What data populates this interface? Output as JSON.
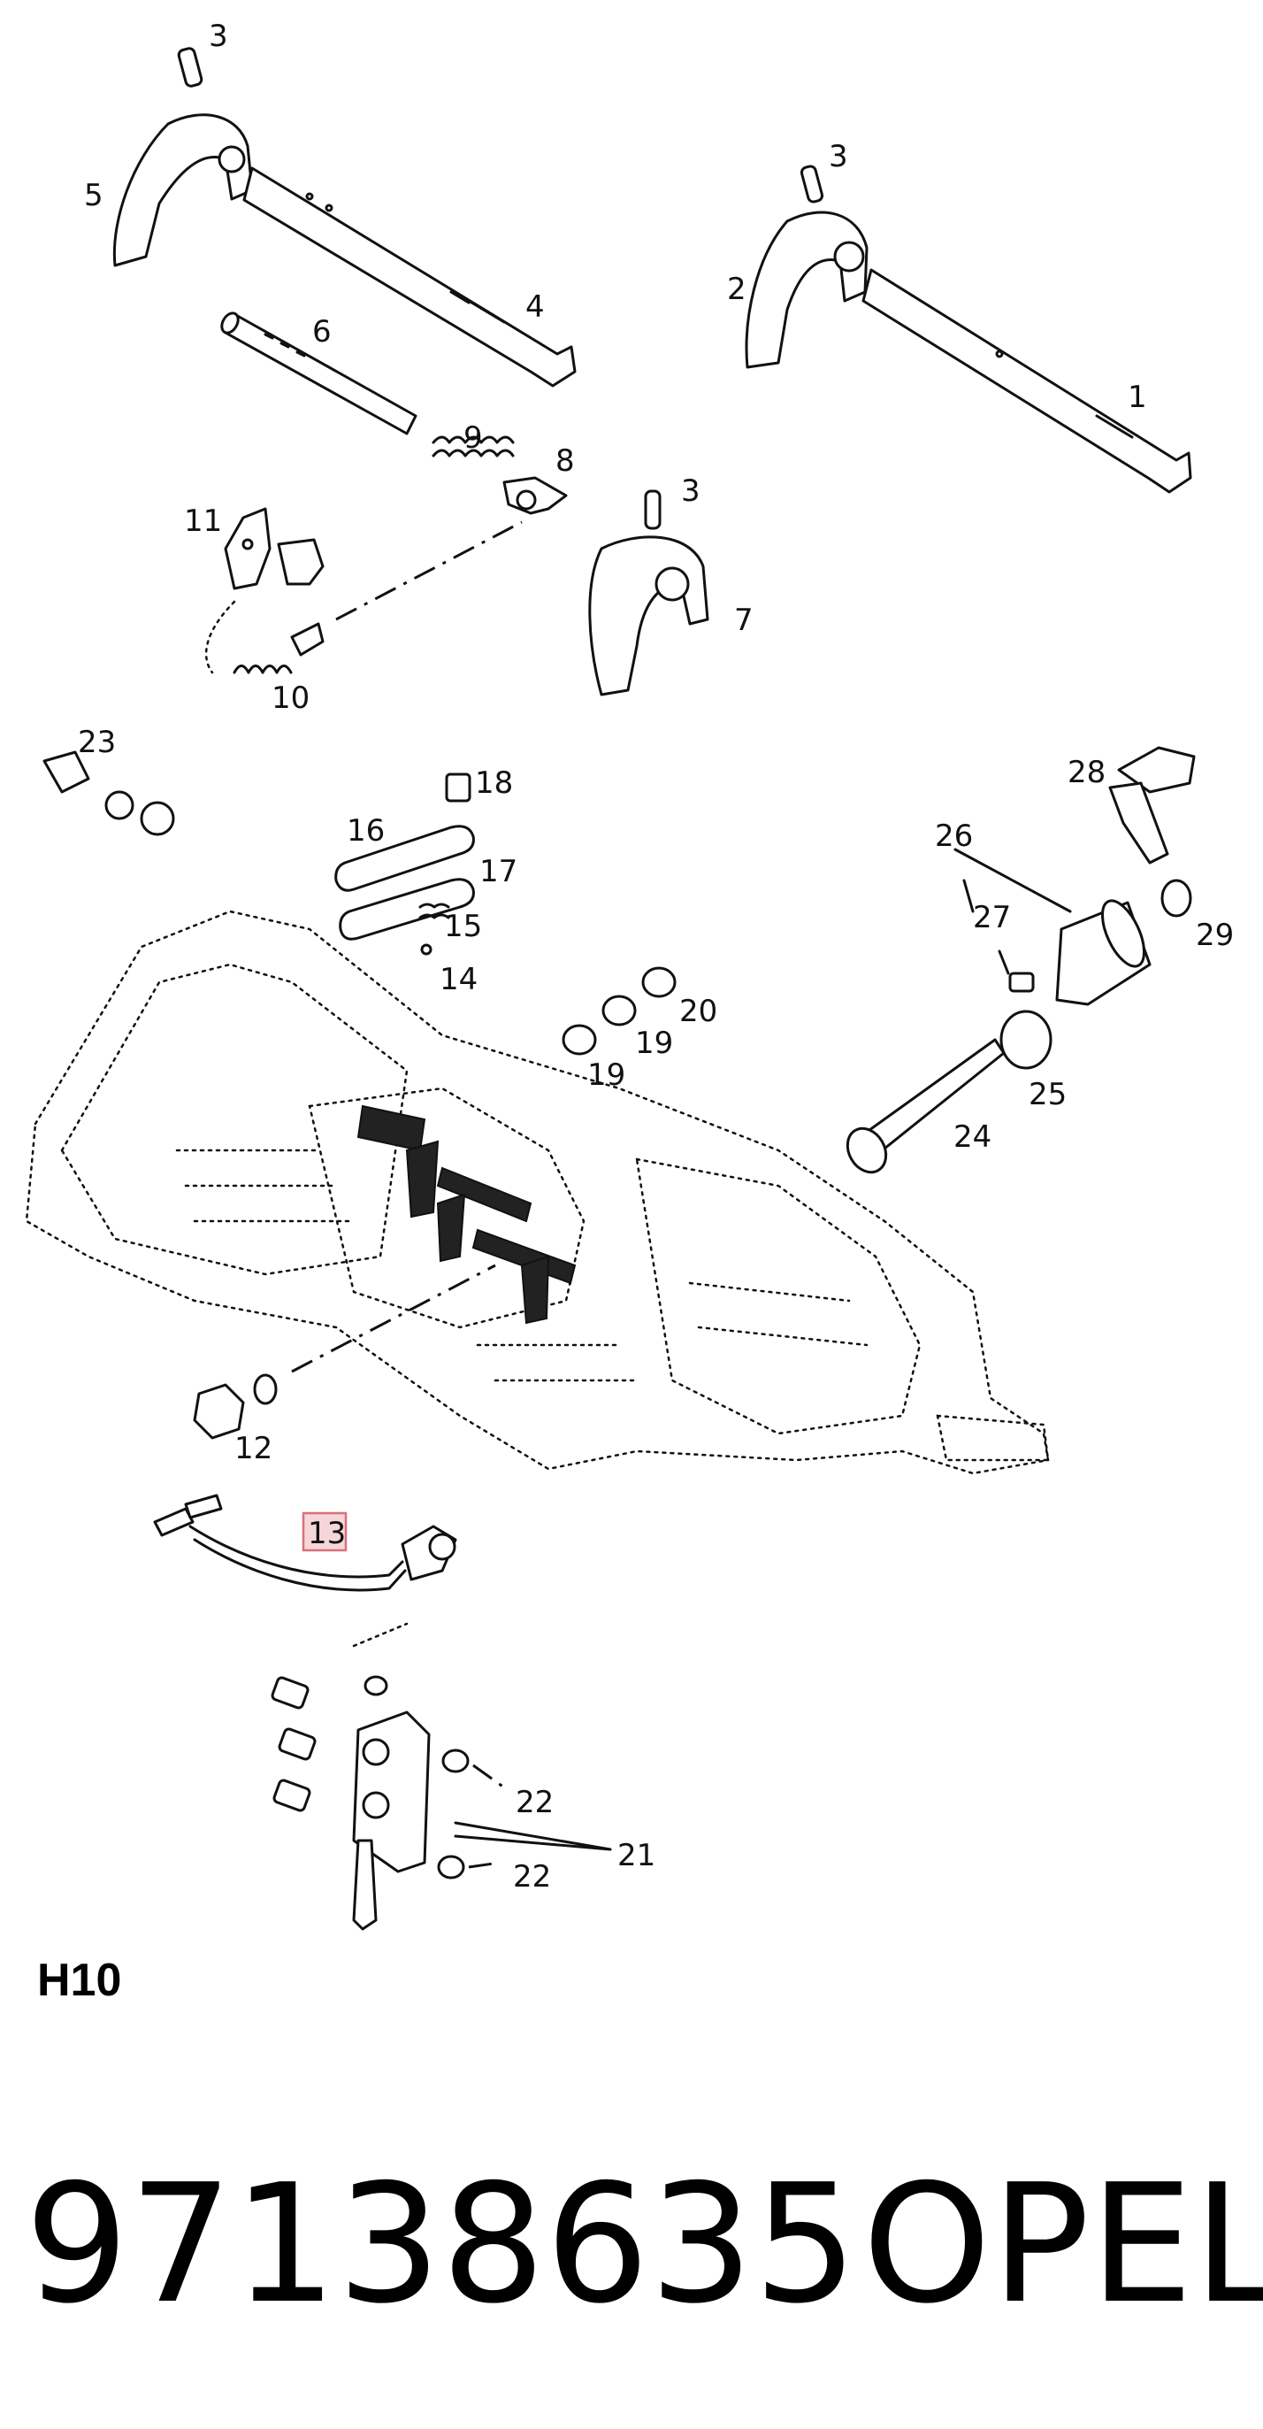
{
  "callouts": {
    "c1": "1",
    "c2": "2",
    "c3a": "3",
    "c3b": "3",
    "c3c": "3",
    "c4": "4",
    "c5": "5",
    "c6": "6",
    "c7": "7",
    "c8": "8",
    "c9": "9",
    "c10": "10",
    "c11": "11",
    "c12": "12",
    "c13": "13",
    "c14": "14",
    "c15": "15",
    "c16": "16",
    "c17": "17",
    "c18": "18",
    "c19a": "19",
    "c19b": "19",
    "c20": "20",
    "c21": "21",
    "c22a": "22",
    "c22b": "22",
    "c23": "23",
    "c24": "24",
    "c25": "25",
    "c26": "26",
    "c27": "27",
    "c28": "28",
    "c29": "29"
  },
  "section_code": "H10",
  "part_number": "97138635",
  "brand": "OPEL",
  "highlighted_callout": "13",
  "colors": {
    "highlight_fill": "#f6d6d9",
    "highlight_stroke": "#d9707c",
    "ink": "#111111"
  }
}
